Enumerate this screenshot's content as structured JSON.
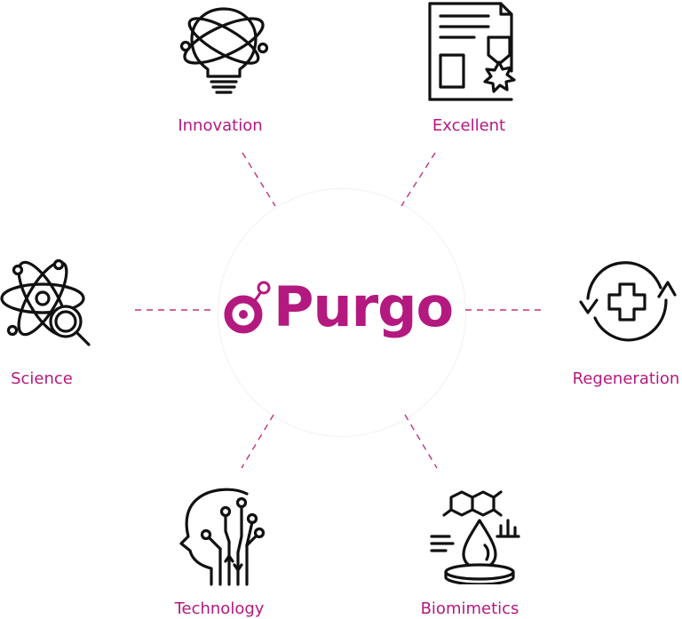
{
  "brand": {
    "name": "Purgo",
    "color": "#b3197f"
  },
  "nodes": [
    {
      "label": "Innovation",
      "icon": "lightbulb-atom-icon"
    },
    {
      "label": "Excellent",
      "icon": "certificate-icon"
    },
    {
      "label": "Science",
      "icon": "atom-magnifier-icon"
    },
    {
      "label": "Regeneration",
      "icon": "medical-cross-cycle-icon"
    },
    {
      "label": "Technology",
      "icon": "ai-head-circuit-icon"
    },
    {
      "label": "Biomimetics",
      "icon": "molecule-drop-icon"
    }
  ]
}
